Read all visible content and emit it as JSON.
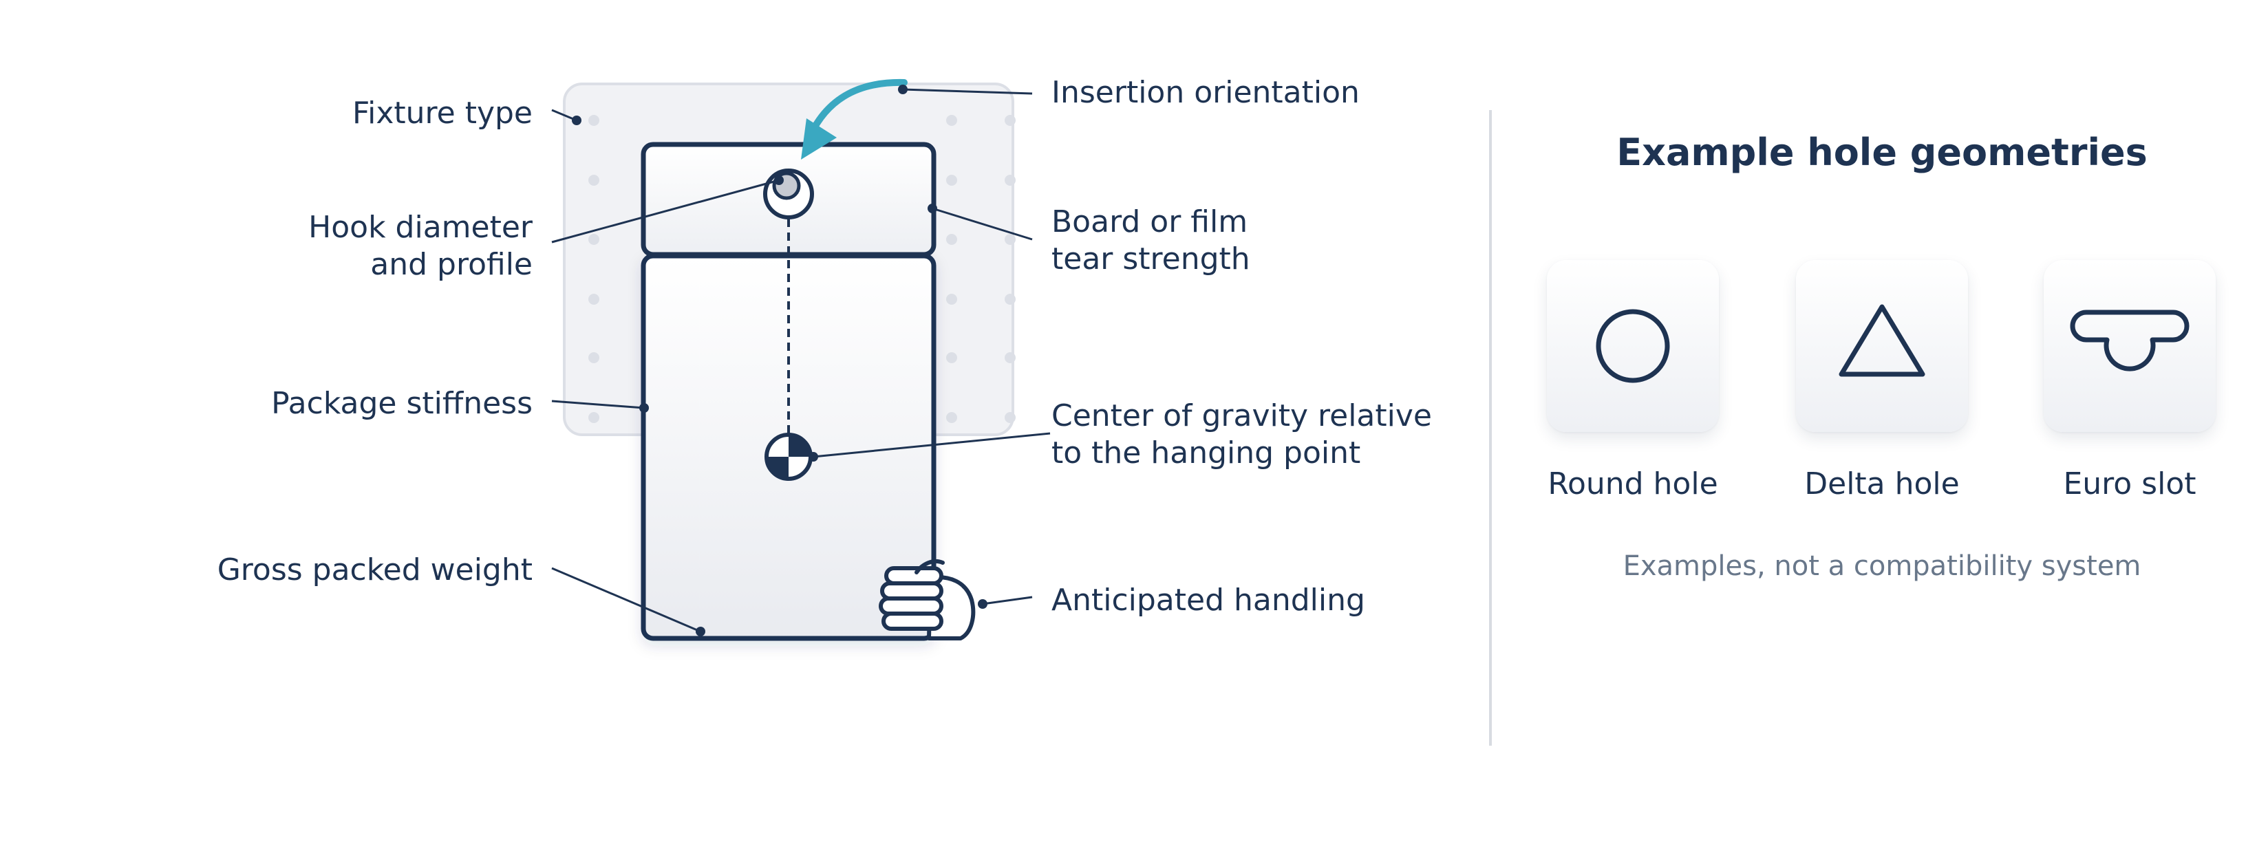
{
  "diagram": {
    "labels": {
      "fixture_type": "Fixture type",
      "hook_diameter_line1": "Hook diameter",
      "hook_diameter_line2": "and profile",
      "package_stiffness": "Package stiffness",
      "gross_weight": "Gross packed weight",
      "insertion_orientation": "Insertion orientation",
      "tear_strength_line1": "Board or film",
      "tear_strength_line2": "tear strength",
      "center_gravity_line1": "Center of gravity relative",
      "center_gravity_line2": "to the hanging point",
      "anticipated_handling": "Anticipated handling"
    },
    "colors": {
      "ink": "#1e3352",
      "accent": "#3aa8c1",
      "board": "#f1f2f5",
      "pegdot": "#dcdfe6",
      "muted": "#68778a"
    }
  },
  "geometries": {
    "title": "Example hole geometries",
    "items": [
      {
        "label": "Round hole",
        "icon": "round-hole-icon"
      },
      {
        "label": "Delta hole",
        "icon": "delta-hole-icon"
      },
      {
        "label": "Euro slot",
        "icon": "euro-slot-icon"
      }
    ],
    "footnote": "Examples, not a compatibility system"
  }
}
